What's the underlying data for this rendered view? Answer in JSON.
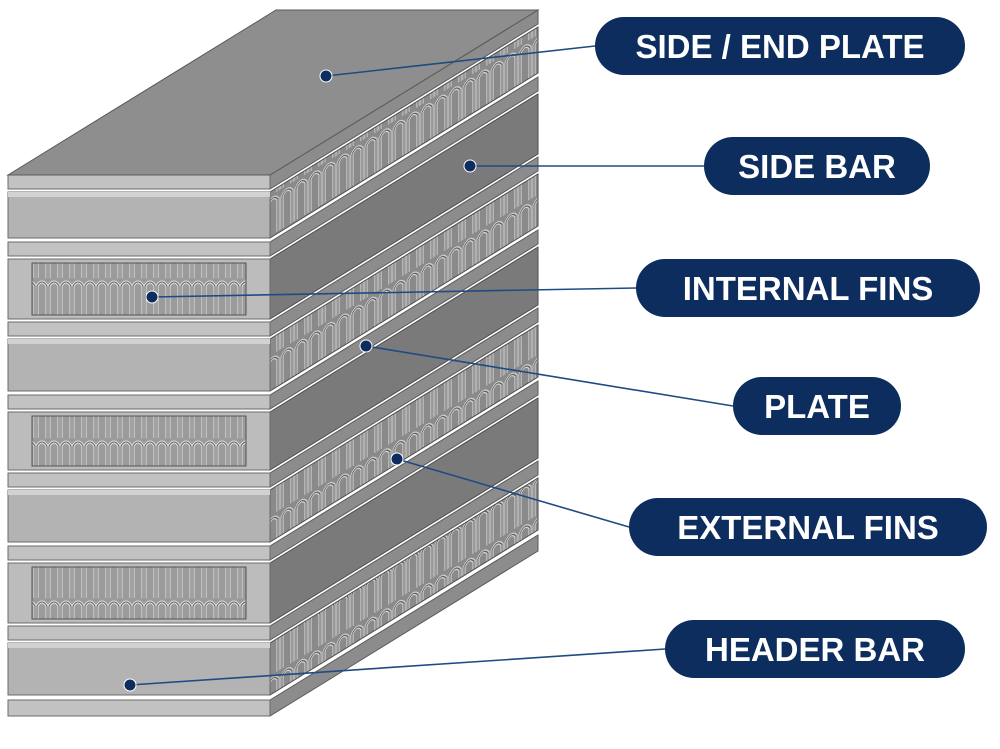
{
  "diagram": {
    "labels": [
      {
        "id": "side-end-plate",
        "text": "SIDE / END PLATE"
      },
      {
        "id": "side-bar",
        "text": "SIDE BAR"
      },
      {
        "id": "internal-fins",
        "text": "INTERNAL FINS"
      },
      {
        "id": "plate",
        "text": "PLATE"
      },
      {
        "id": "external-fins",
        "text": "EXTERNAL FINS"
      },
      {
        "id": "header-bar",
        "text": "HEADER BAR"
      }
    ],
    "colors": {
      "label_fill": "#0d2d5f",
      "label_text": "#ffffff",
      "leader_line": "#1f4b82",
      "metal_top": "#8e8e8e",
      "metal_front": "#b3b3b3",
      "metal_side": "#7a7a7a",
      "fin_light": "#d9d9d9",
      "fin_dark": "#6f6f6f"
    }
  }
}
